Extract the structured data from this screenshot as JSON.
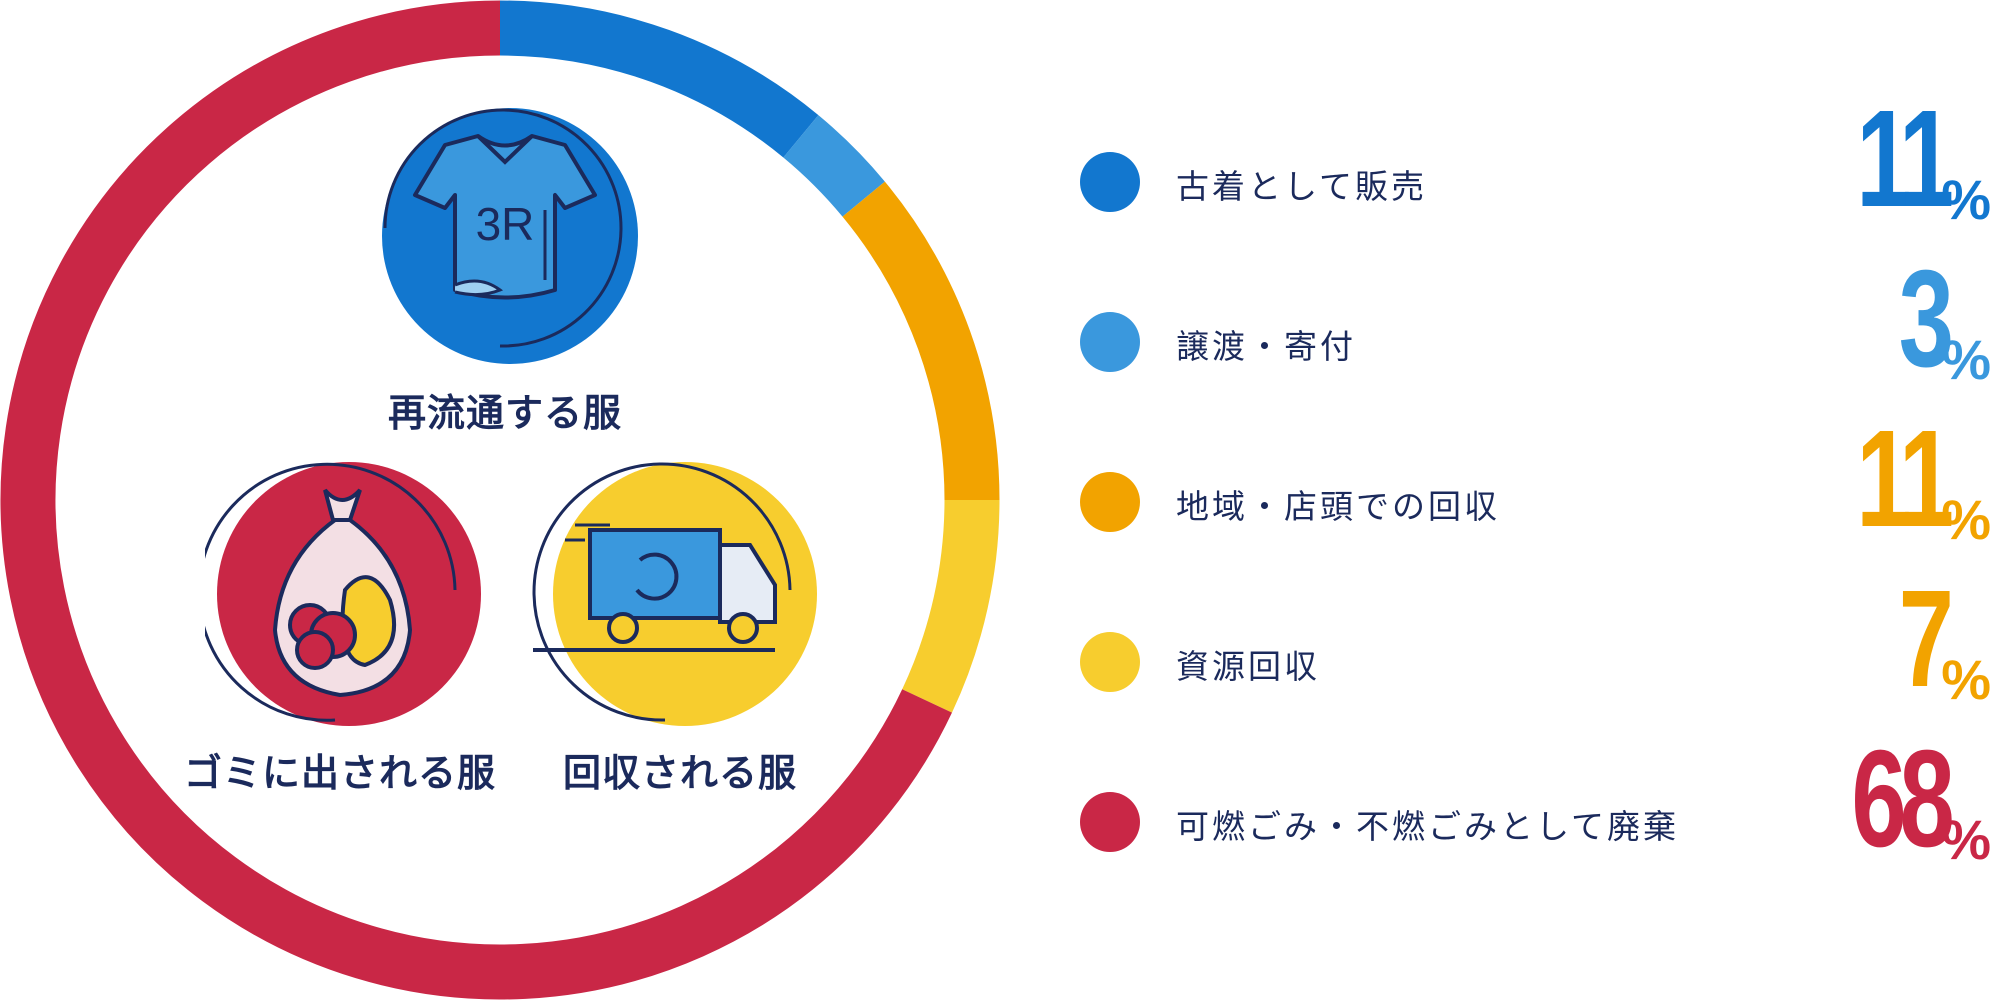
{
  "chart_data": {
    "type": "pie",
    "donut": true,
    "categories": [
      "古着として販売",
      "譲渡・寄付",
      "地域・店頭での回収",
      "資源回収",
      "可燃ごみ・不燃ごみとして廃棄"
    ],
    "values": [
      11,
      3,
      11,
      7,
      68
    ],
    "value_labels": [
      "11",
      "3",
      "11",
      "7",
      "68"
    ],
    "unit": "%",
    "colors": [
      "#1277cf",
      "#3a98dd",
      "#f2a300",
      "#f7cd2e",
      "#c92746"
    ],
    "legend_placement": "right"
  },
  "icons": {
    "resale": {
      "label": "再流通する服",
      "name": "shirt-3r-icon",
      "color": "#1277cf",
      "text": "3R"
    },
    "garbage": {
      "label": "ゴミに出される服",
      "name": "garbage-bag-icon",
      "color": "#c92746"
    },
    "collected": {
      "label": "回収される服",
      "name": "recycle-truck-icon",
      "color": "#f7cd2e"
    }
  },
  "text_colors": {
    "navy": "#1b2a5c",
    "value_colors": [
      "#1277cf",
      "#3a98dd",
      "#f2a300",
      "#f2a300",
      "#c92746"
    ]
  }
}
